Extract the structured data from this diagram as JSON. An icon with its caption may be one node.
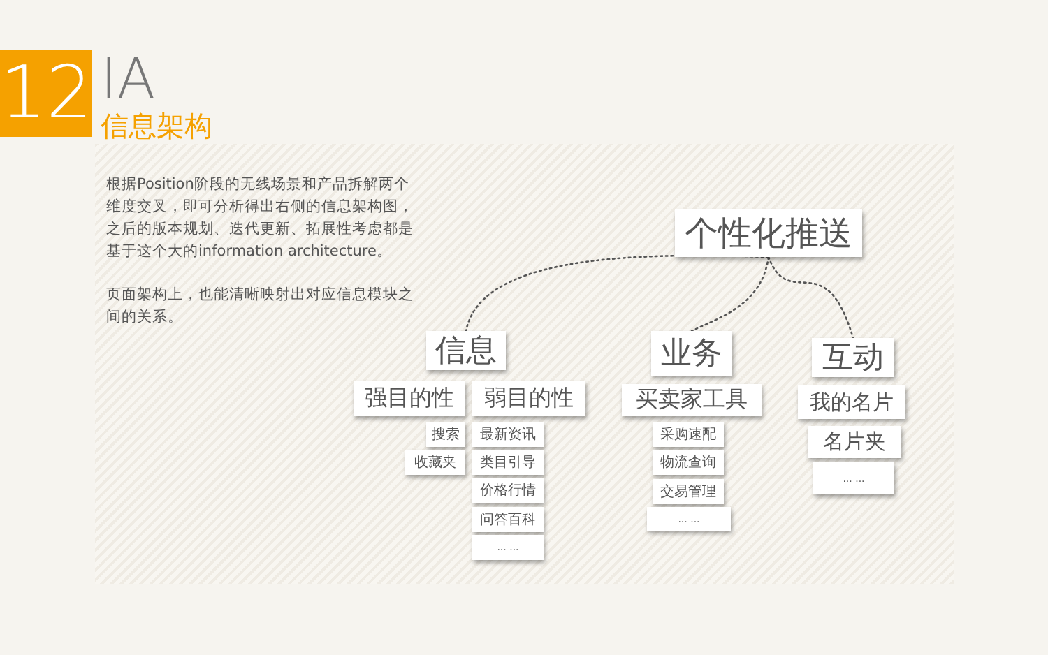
{
  "diagram": {
    "nodes": [
      {
        "text": [
          "个性化推送"
        ]
      },
      {
        "text": [
          "信息"
        ]
      },
      {
        "text": [
          "业务"
        ]
      },
      {
        "text": [
          "互动"
        ]
      },
      {
        "text": [
          "强目的性"
        ]
      },
      {
        "text": [
          "弱目的性"
        ]
      },
      {
        "text": [
          "搜索"
        ]
      },
      {
        "text": [
          "收藏夹"
        ]
      },
      {
        "text": [
          "最新资讯"
        ]
      },
      {
        "text": [
          "类目引导"
        ]
      },
      {
        "text": [
          "价格行情"
        ]
      },
      {
        "text": [
          "问答百科"
        ]
      },
      {
        "text": [
          "... ..."
        ]
      },
      {
        "text": [
          "买卖家工具"
        ]
      },
      {
        "text": [
          "采购速配"
        ]
      },
      {
        "text": [
          "物流查询"
        ]
      },
      {
        "text": [
          "交易管理"
        ]
      },
      {
        "text": [
          "... ..."
        ]
      },
      {
        "text": [
          "我的名片"
        ]
      },
      {
        "text": [
          "名片夹"
        ]
      },
      {
        "text": [
          "... ..."
        ]
      }
    ],
    "edges": [
      {
        "from": 0,
        "to": 1,
        "arrow": "none",
        "style": "dashed"
      },
      {
        "from": 0,
        "to": 2,
        "arrow": "none",
        "style": "dashed"
      },
      {
        "from": 0,
        "to": 3,
        "arrow": "none",
        "style": "dashed"
      }
    ],
    "labels": [
      "12",
      "IA",
      "信息架构",
      "根据Position阶段的无线场景和产品拆解两个维度交叉，即可分析得出右侧的信息架构图，之后的版本规划、迭代更新、拓展性考虑都是基于这个大的information architecture。",
      "页面架构上，也能清晰映射出对应信息模块之间的关系。"
    ]
  }
}
